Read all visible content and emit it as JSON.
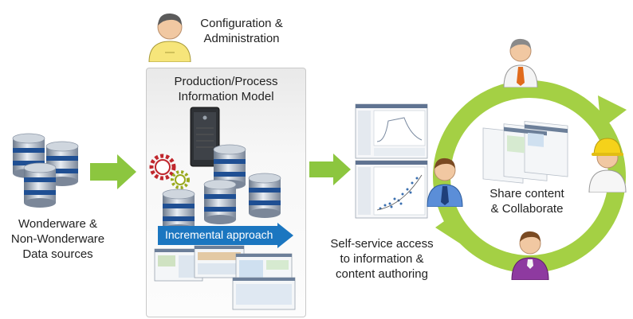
{
  "sources": {
    "label_line1": "Wonderware &",
    "label_line2": "Non-Wonderware",
    "label_line3": "Data sources"
  },
  "admin": {
    "label_line1": "Configuration &",
    "label_line2": "Administration"
  },
  "model": {
    "title_line1": "Production/Process",
    "title_line2": "Information Model",
    "banner": "Incremental approach"
  },
  "access": {
    "label_line1": "Self-service access",
    "label_line2": "to information &",
    "label_line3": "content authoring"
  },
  "collab": {
    "label_line1": "Share content",
    "label_line2": "& Collaborate"
  },
  "colors": {
    "green": "#8cc63f",
    "cycle_green": "#a4d044",
    "banner_blue": "#1b76c0",
    "db_blue": "#1f4f93"
  }
}
